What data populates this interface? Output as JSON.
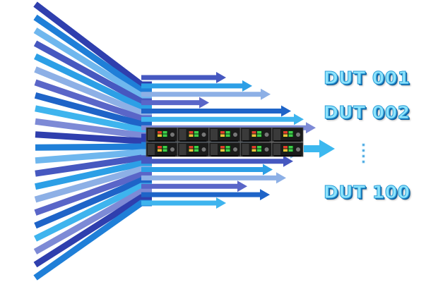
{
  "diagram": {
    "duts": [
      "DUT 001",
      "DUT 002",
      "DUT 100"
    ],
    "ellipsis_dots": 4,
    "instrument_units": 10,
    "colors": {
      "arrow_palette": [
        "#2f3fae",
        "#1f7fd8",
        "#6fb7ee",
        "#4658c0",
        "#2c9fe6",
        "#8db0e6",
        "#5a66c8",
        "#1e64c8",
        "#3eb4ee",
        "#7d8ad6"
      ],
      "output_arrow": "#3cb8ef",
      "instrument_body": "#1b1b1b",
      "dut_text": "#8fe3fb",
      "dut_outline": "#1670b8"
    }
  }
}
